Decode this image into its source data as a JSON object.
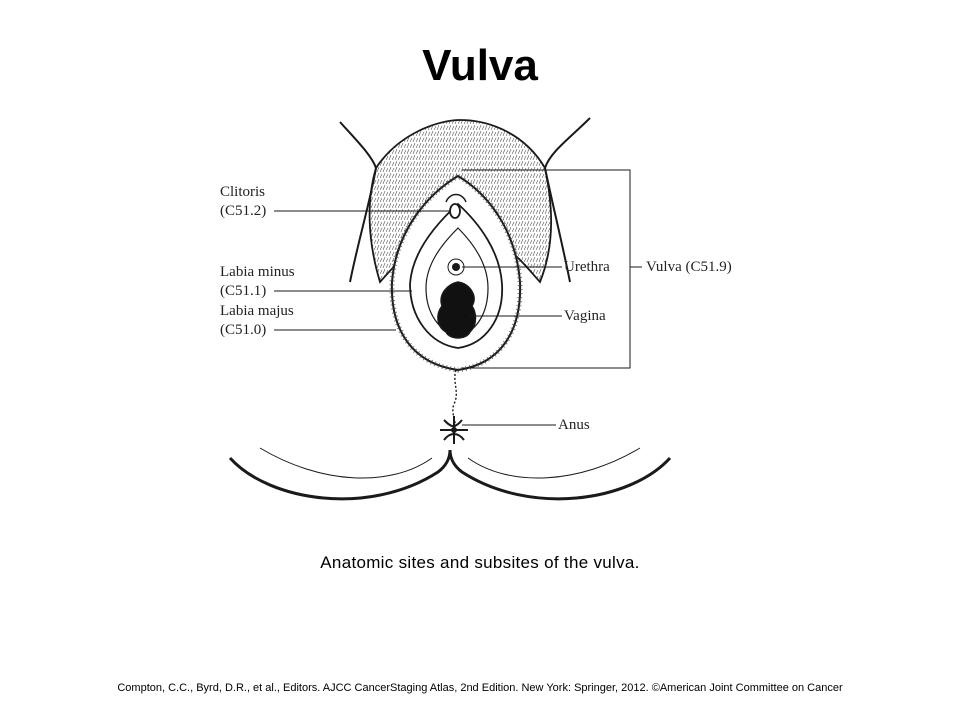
{
  "slide": {
    "title": "Vulva",
    "caption": "Anatomic sites and subsites of the vulva.",
    "citation": "Compton, C.C., Byrd, D.R.,  et al., Editors. AJCC CancerStaging Atlas, 2nd Edition. New York:  Springer, 2012. ©American Joint Committee on Cancer"
  },
  "diagram": {
    "labels": {
      "clitoris": "Clitoris",
      "clitoris_code": "(C51.2)",
      "labia_minus": "Labia minus",
      "labia_minus_code": "(C51.1)",
      "labia_majus": "Labia majus",
      "labia_majus_code": "(C51.0)",
      "urethra": "Urethra",
      "vagina": "Vagina",
      "vulva": "Vulva (C51.9)",
      "anus": "Anus"
    }
  },
  "colors": {
    "ink": "#1a1a1a",
    "background": "#ffffff"
  }
}
